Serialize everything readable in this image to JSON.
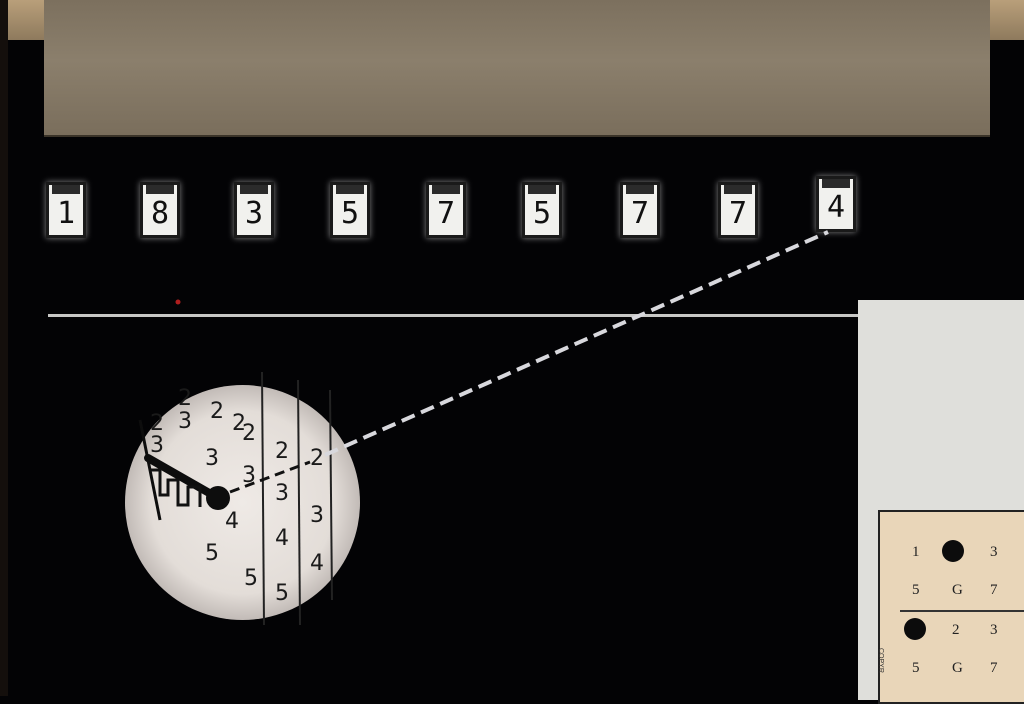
{
  "counter_digits": [
    "1",
    "8",
    "3",
    "5",
    "7",
    "5",
    "7",
    "7",
    "4"
  ],
  "wheel_numbers": [
    "2",
    "3",
    "3",
    "2",
    "3",
    "2",
    "2",
    "3",
    "3",
    "3",
    "4",
    "4",
    "5",
    "5",
    "5",
    "5",
    "3",
    "4"
  ],
  "card": {
    "row1": [
      "1",
      "3"
    ],
    "row2": [
      "5",
      "G",
      "7"
    ],
    "row3": [
      "2",
      "3"
    ],
    "row4": [
      "5",
      "G",
      "7"
    ],
    "copyright_text": "COPYR"
  }
}
